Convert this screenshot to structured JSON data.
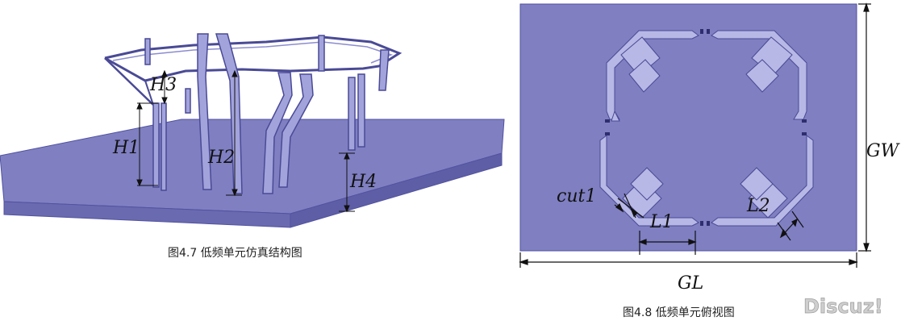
{
  "left_figure": {
    "labels": {
      "h1": "H1",
      "h2": "H2",
      "h3": "H3",
      "h4": "H4"
    },
    "caption": "图4.7  低频单元仿真结构图"
  },
  "right_figure": {
    "labels": {
      "cut1": "cut1",
      "l1": "L1",
      "l2": "L2",
      "gl": "GL",
      "gw": "GW"
    },
    "caption": "图4.8  低频单元俯视图"
  },
  "watermark": "Discuz!",
  "colors": {
    "ground": "#7f7fc2",
    "patch": "#a3a3dc",
    "strip": "#b8b8e6",
    "edge": "#5252a0"
  }
}
